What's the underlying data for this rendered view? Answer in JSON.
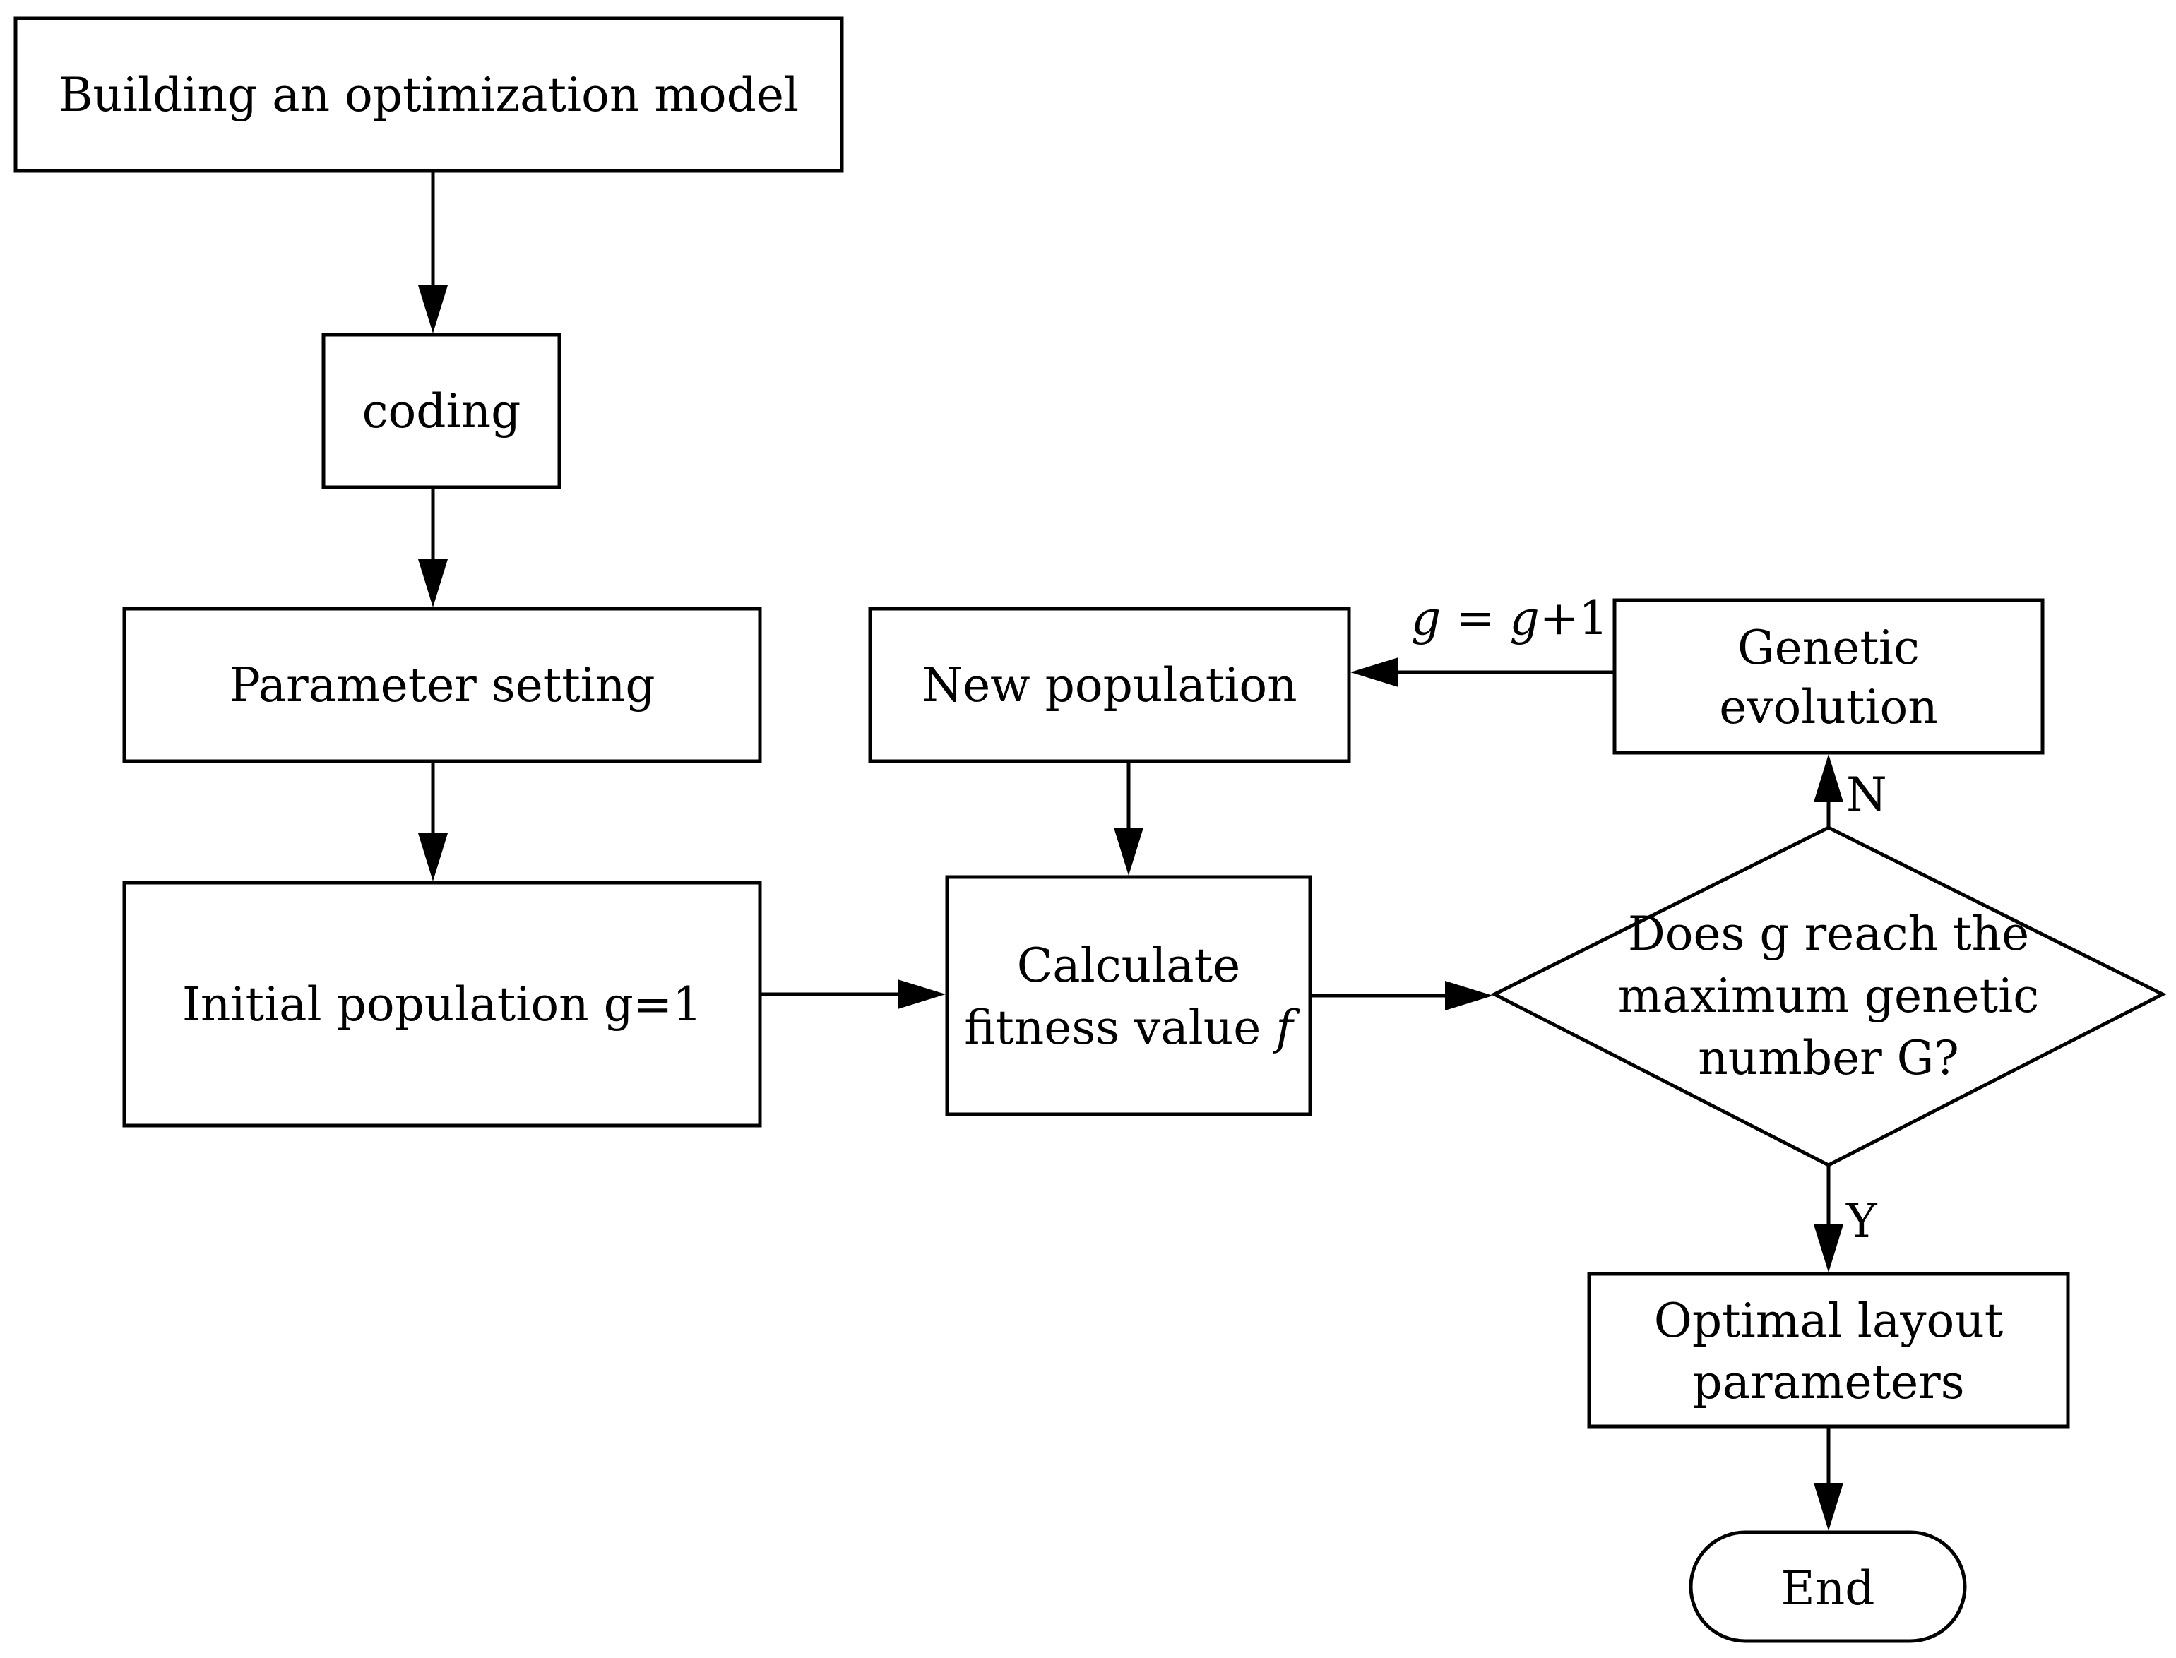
{
  "nodes": {
    "build_model": {
      "label": "Building an optimization model"
    },
    "coding": {
      "label": "coding"
    },
    "parameter_setting": {
      "label": "Parameter setting"
    },
    "initial_population": {
      "label": "Initial population g=1"
    },
    "new_population": {
      "label": "New population"
    },
    "calculate_fitness": {
      "line1": "Calculate",
      "line2": "fitness value ",
      "line2_var": "f"
    },
    "genetic_evolution": {
      "line1": "Genetic",
      "line2": "evolution"
    },
    "decision": {
      "line1": "Does g reach the",
      "line2": "maximum genetic",
      "line3": "number G?"
    },
    "optimal_layout": {
      "line1": "Optimal layout",
      "line2": "parameters"
    },
    "end": {
      "label": "End"
    }
  },
  "edges": {
    "increment": {
      "var1": "g",
      "eq": " = ",
      "var2": "g",
      "plus": "+1"
    },
    "no_branch": {
      "label": "N"
    },
    "yes_branch": {
      "label": "Y"
    }
  }
}
